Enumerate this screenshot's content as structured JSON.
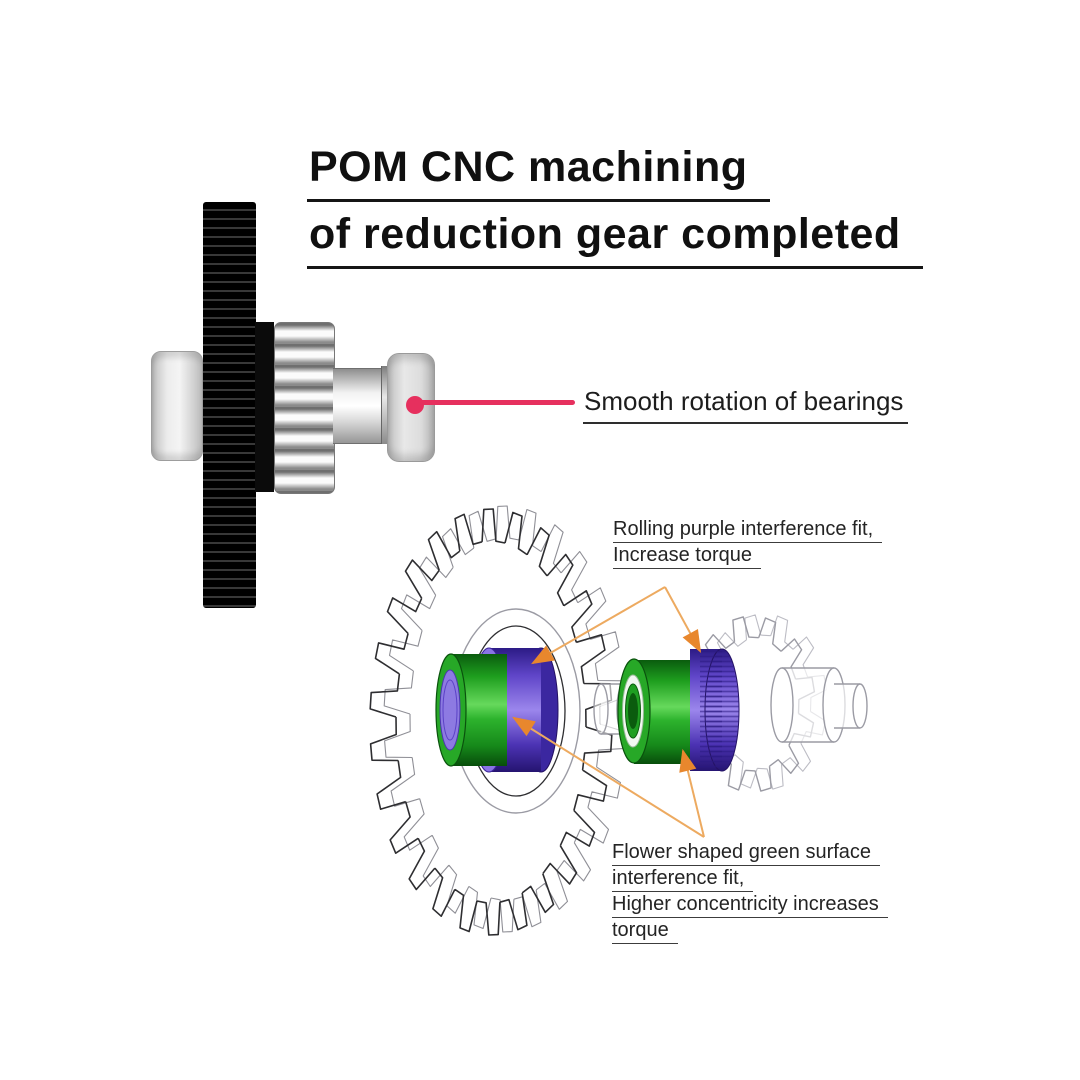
{
  "title": {
    "line1": "POM CNC machining",
    "line2": "of reduction gear completed"
  },
  "callouts": {
    "bearing": {
      "label": "Smooth rotation of bearings"
    },
    "purple_fit": {
      "lines": [
        "Rolling purple interference fit,",
        "Increase torque"
      ]
    },
    "green_fit": {
      "lines": [
        "Flower shaped green surface",
        "interference fit,",
        "Higher concentricity increases",
        "torque"
      ]
    }
  },
  "colors": {
    "accent_pink": "#e6305e",
    "annotation_orange": "#edaa60",
    "annotation_orange_dark": "#e8872d",
    "part_green": "#2db32d",
    "part_green_dark": "#0a5c0e",
    "part_purple": "#6a4fd2",
    "part_purple_light": "#9b86ec",
    "part_purple_dark": "#2c1b86",
    "wireframe_dark": "#2e2e31",
    "wireframe_light": "#9b9ba4",
    "text": "#1c1c1c"
  }
}
